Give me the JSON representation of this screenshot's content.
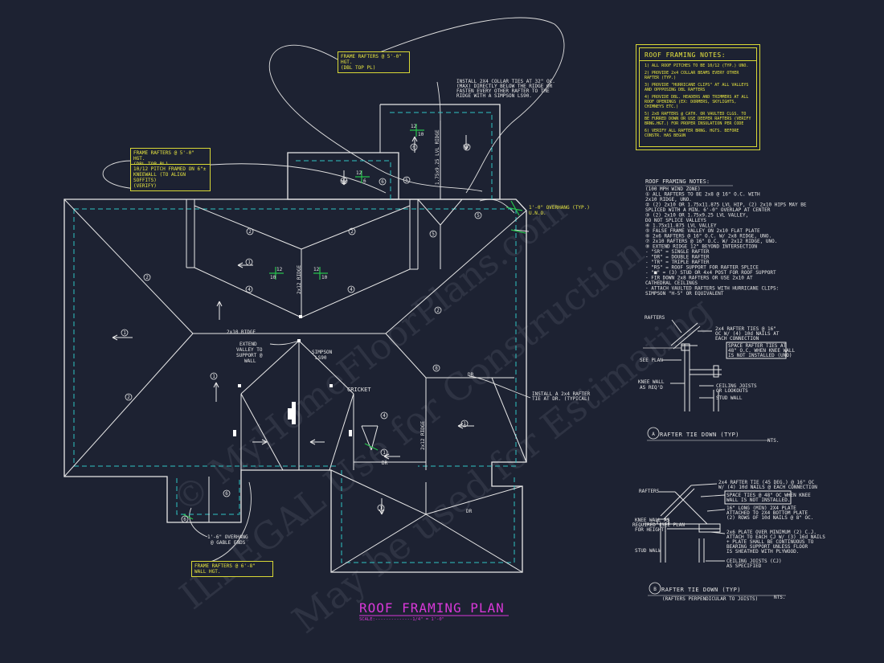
{
  "title": {
    "text": "ROOF FRAMING PLAN",
    "scale": "SCALE:--------------1/4\" = 1'-0\""
  },
  "watermark": {
    "line1": "© MyHomeFloorPlans.com",
    "line2": "ILLEGAL Use for Construction",
    "line3": "May be used for Estimating"
  },
  "callouts": {
    "frame_top": [
      "FRAME RAFTERS @ 5'-0\" HGT.",
      "(DBL TOP PL)"
    ],
    "frame_left": [
      "FRAME RAFTERS @ 5'-0\" HGT.",
      "(DBL TOP PL)"
    ],
    "kneewall": [
      "10/12 PITCH FRAMED ON 6\"±",
      "KNEEWALL (TO ALIGN SOFFITS)",
      "(VERIFY)"
    ],
    "frame_bottom": [
      "FRAME RAFTERS @ 6'-8\"",
      "WALL HGT."
    ],
    "collar_ties": [
      "INSTALL 2X4 COLLAR TIES AT 32\" OC.",
      "(MAX) DIRECTLY BELOW THE RIDGE OR",
      "FASTEN EVERY OTHER RAFTER TO THE",
      "RIDGE WITH A SIMPSON LS90."
    ],
    "overhang_right": [
      "1'-0\" OVERHANG (TYP.)",
      "U.N.O."
    ],
    "overhang_gable": [
      "1'-6\" OVERHANG",
      "@ GABLE ENDS"
    ],
    "extend_valley": [
      "EXTEND",
      "VALLEY TO",
      "SUPPORT @",
      "WALL"
    ],
    "simpson": [
      "SIMPSON",
      "LS90"
    ],
    "cricket": "CRICKET",
    "rafter_tie": [
      "INSTALL A 2x4 RAFTER",
      "TIE AT DR. (TYPICAL)"
    ]
  },
  "plan_labels": {
    "ridge_2x10": "2x10 RIDGE",
    "ridge_2x12_a": "2x12 RIDGE",
    "ridge_2x12_b": "2x12 RIDGE",
    "ridge_lvl": "1.75x9.25 LVL RIDGE",
    "dr": "DR",
    "pitch": "12",
    "pitch_rise_10": "10",
    "pitch_rise_6": "6",
    "tags": [
      "1",
      "2",
      "3",
      "4",
      "5",
      "6",
      "7",
      "8"
    ]
  },
  "notes_box": {
    "title": "ROOF FRAMING NOTES:",
    "items": [
      "1) ALL ROOF PITCHES TO BE 10/12 (TYP.) UNO.",
      "2) PROVIDE 2x4 COLLAR BEAMS EVERY OTHER RAFTER (TYP.)",
      "3) PROVIDE \"HURRICANE CLIPS\" AT ALL VALLEYS AND OPPPOSING DBL RAFTERS",
      "4) PROVIDE DBL. HEADERS AND TRIMMERS AT ALL ROOF OPENINGS (EX: DORMERS, SKYLIGHTS, CHIMNEYS ETC.)",
      "5) 2x8 RAFTERS @ CATH. OR VAULTED CLGS. TO BE FURRED DOWN OR USE DEEPER RAFTERS (VERIFY BRNG.HGT.) FOR PROPER INSULATION PER CODE",
      "6) VERIFY ALL RAFTER BRNG. HGTS. BEFORE CONSTR. HAS BEGUN"
    ]
  },
  "notes_list": {
    "title": "ROOF FRAMING NOTES:",
    "lines": [
      "(100 MPH WIND ZONE)",
      "① ALL RAFTERS TO BE 2x8 @ 16\" O.C. WITH",
      "   2x10 RIDGE, UNO.",
      "② (2) 2x10 OR 1.75x11.875 LVL HIP, (2) 2x10 HIPS MAY BE",
      "   SPLICED WITH A MIN. 6'-0\" OVERLAP AT CENTER",
      "③ (2) 2x10 OR 1.75x9.25 LVL VALLEY,",
      "   DO NOT SPLICE VALLEYS",
      "④ 1.75x11.875 LVL VALLEY",
      "⑤ FALSE FRAME VALLEY ON 2x10 FLAT PLATE",
      "⑥ 2x6 RAFTERS @ 16\" O.C. W/ 2x8 RIDGE, UNO.",
      "⑦ 2x10 RAFTERS @ 16\" O.C. W/ 2x12 RIDGE, UNO.",
      "⑧ EXTEND RIDGE 12\" BEYOND INTERSECTION",
      "- \"SR\" = SINGLE RAFTER",
      "- \"DR\" = DOUBLE RAFTER",
      "- \"TR\" = TRIPLE RAFTER",
      "- \"RS\" = ROOF SUPPORT FOR RAFTER SPLICE",
      "- \"■\" = (3) STUD OR 4x4 POST FOR ROOF SUPPORT",
      "- FIR DOWN 2x8 RAFTERS OR USE 2x10 AT",
      "  CATHEDRAL CEILINGS",
      "- ATTACH VAULTED RAFTERS WITH HURRICANE CLIPS:",
      "  SIMPSON \"H-5\" OR EQUIVALENT"
    ]
  },
  "detail_a": {
    "rafters": "RAFTERS",
    "ties": [
      "2x4 RAFTER TIES @ 16\"",
      "OC W/ (4) 10d NAILS AT",
      "EACH CONNECTION"
    ],
    "space": [
      "SPACE RAFTER TIES AT",
      "48\" O.C. WHEN KNEE WALL",
      "IS NOT INSTALLED (UNO)"
    ],
    "see_plan": "SEE PLAN",
    "knee": [
      "KNEE WALL",
      "AS REQ'D"
    ],
    "joists": [
      "CEILING JOISTS",
      "OR LOOKOUTS"
    ],
    "stud": "STUD WALL",
    "letter": "A",
    "title": "RAFTER TIE DOWN (TYP)",
    "nts": "NTS."
  },
  "detail_b": {
    "rafters": "RAFTERS",
    "tie": [
      "2x4 RAFTER TIE (45 DEG.) @ 16\" OC",
      "W/ (4) 10d NAILS @ EACH CONNECTION"
    ],
    "space": [
      "SPACE TIES @ 48\" OC WHEN KNEE",
      "WALL IS NOT INSTALLED."
    ],
    "knee": [
      "KNEE WALL AS",
      "REQUIRED (SEE PLAN",
      "FOR HEIGHT)"
    ],
    "plate": [
      "16\" LONG (MIN) 2X4 PLATE",
      "ATTACHED TO 2X4 BOTTOM PLATE",
      "(2) ROWS OF 10d NAILS @ 8\" OC."
    ],
    "plate2": [
      "2x6 PLATE OVER MINIMUM (2) C.J.",
      "ATTACH TO EACH CJ W/ (3) 16d NAILS",
      "+ PLATE SHALL BE CONTINUOUS TO",
      "BEARING SUPPORT UNLESS FLOOR",
      "IS SHEATHED WITH PLYWOOD."
    ],
    "stud": "STUD WALL",
    "joists": [
      "CEILING JOISTS (CJ)",
      "AS SPECIFIED"
    ],
    "letter": "B",
    "title": "RAFTER TIE DOWN (TYP)",
    "subtitle": "(RAFTERS PERPENDICULAR TO JOISTS)",
    "nts": "NTS."
  }
}
